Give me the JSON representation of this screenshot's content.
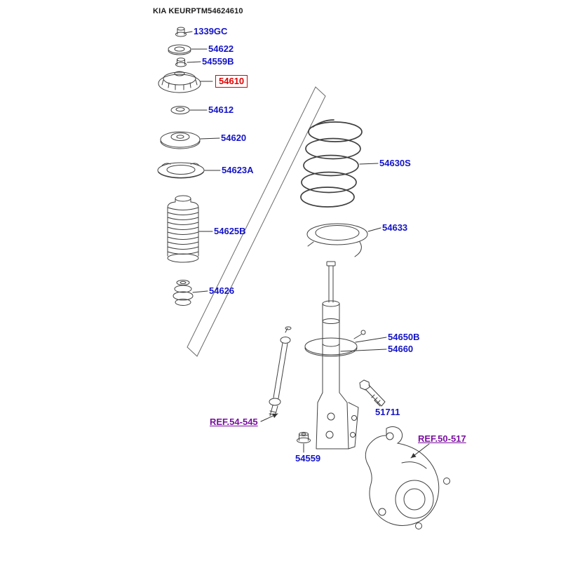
{
  "header": {
    "text": "KIA KEURPTM54624610"
  },
  "colors": {
    "part_label": "#1414c8",
    "ref_label": "#7a0f9e",
    "selected_label": "#e10000",
    "line_art": "#404040"
  },
  "diagram": {
    "title_hint": "Front spring and strut exploded view"
  },
  "labels": [
    {
      "text": "1339GC",
      "type": "part"
    },
    {
      "text": "54622",
      "type": "part"
    },
    {
      "text": "54559B",
      "type": "part"
    },
    {
      "text": "54610",
      "type": "part-selected"
    },
    {
      "text": "54612",
      "type": "part"
    },
    {
      "text": "54620",
      "type": "part"
    },
    {
      "text": "54623A",
      "type": "part"
    },
    {
      "text": "54625B",
      "type": "part"
    },
    {
      "text": "54626",
      "type": "part"
    },
    {
      "text": "54630S",
      "type": "part"
    },
    {
      "text": "54633",
      "type": "part"
    },
    {
      "text": "54650B",
      "type": "part"
    },
    {
      "text": "54660",
      "type": "part"
    },
    {
      "text": "51711",
      "type": "part"
    },
    {
      "text": "REF.54-545",
      "type": "ref"
    },
    {
      "text": "54559",
      "type": "part"
    },
    {
      "text": "REF.50-517",
      "type": "ref"
    }
  ]
}
